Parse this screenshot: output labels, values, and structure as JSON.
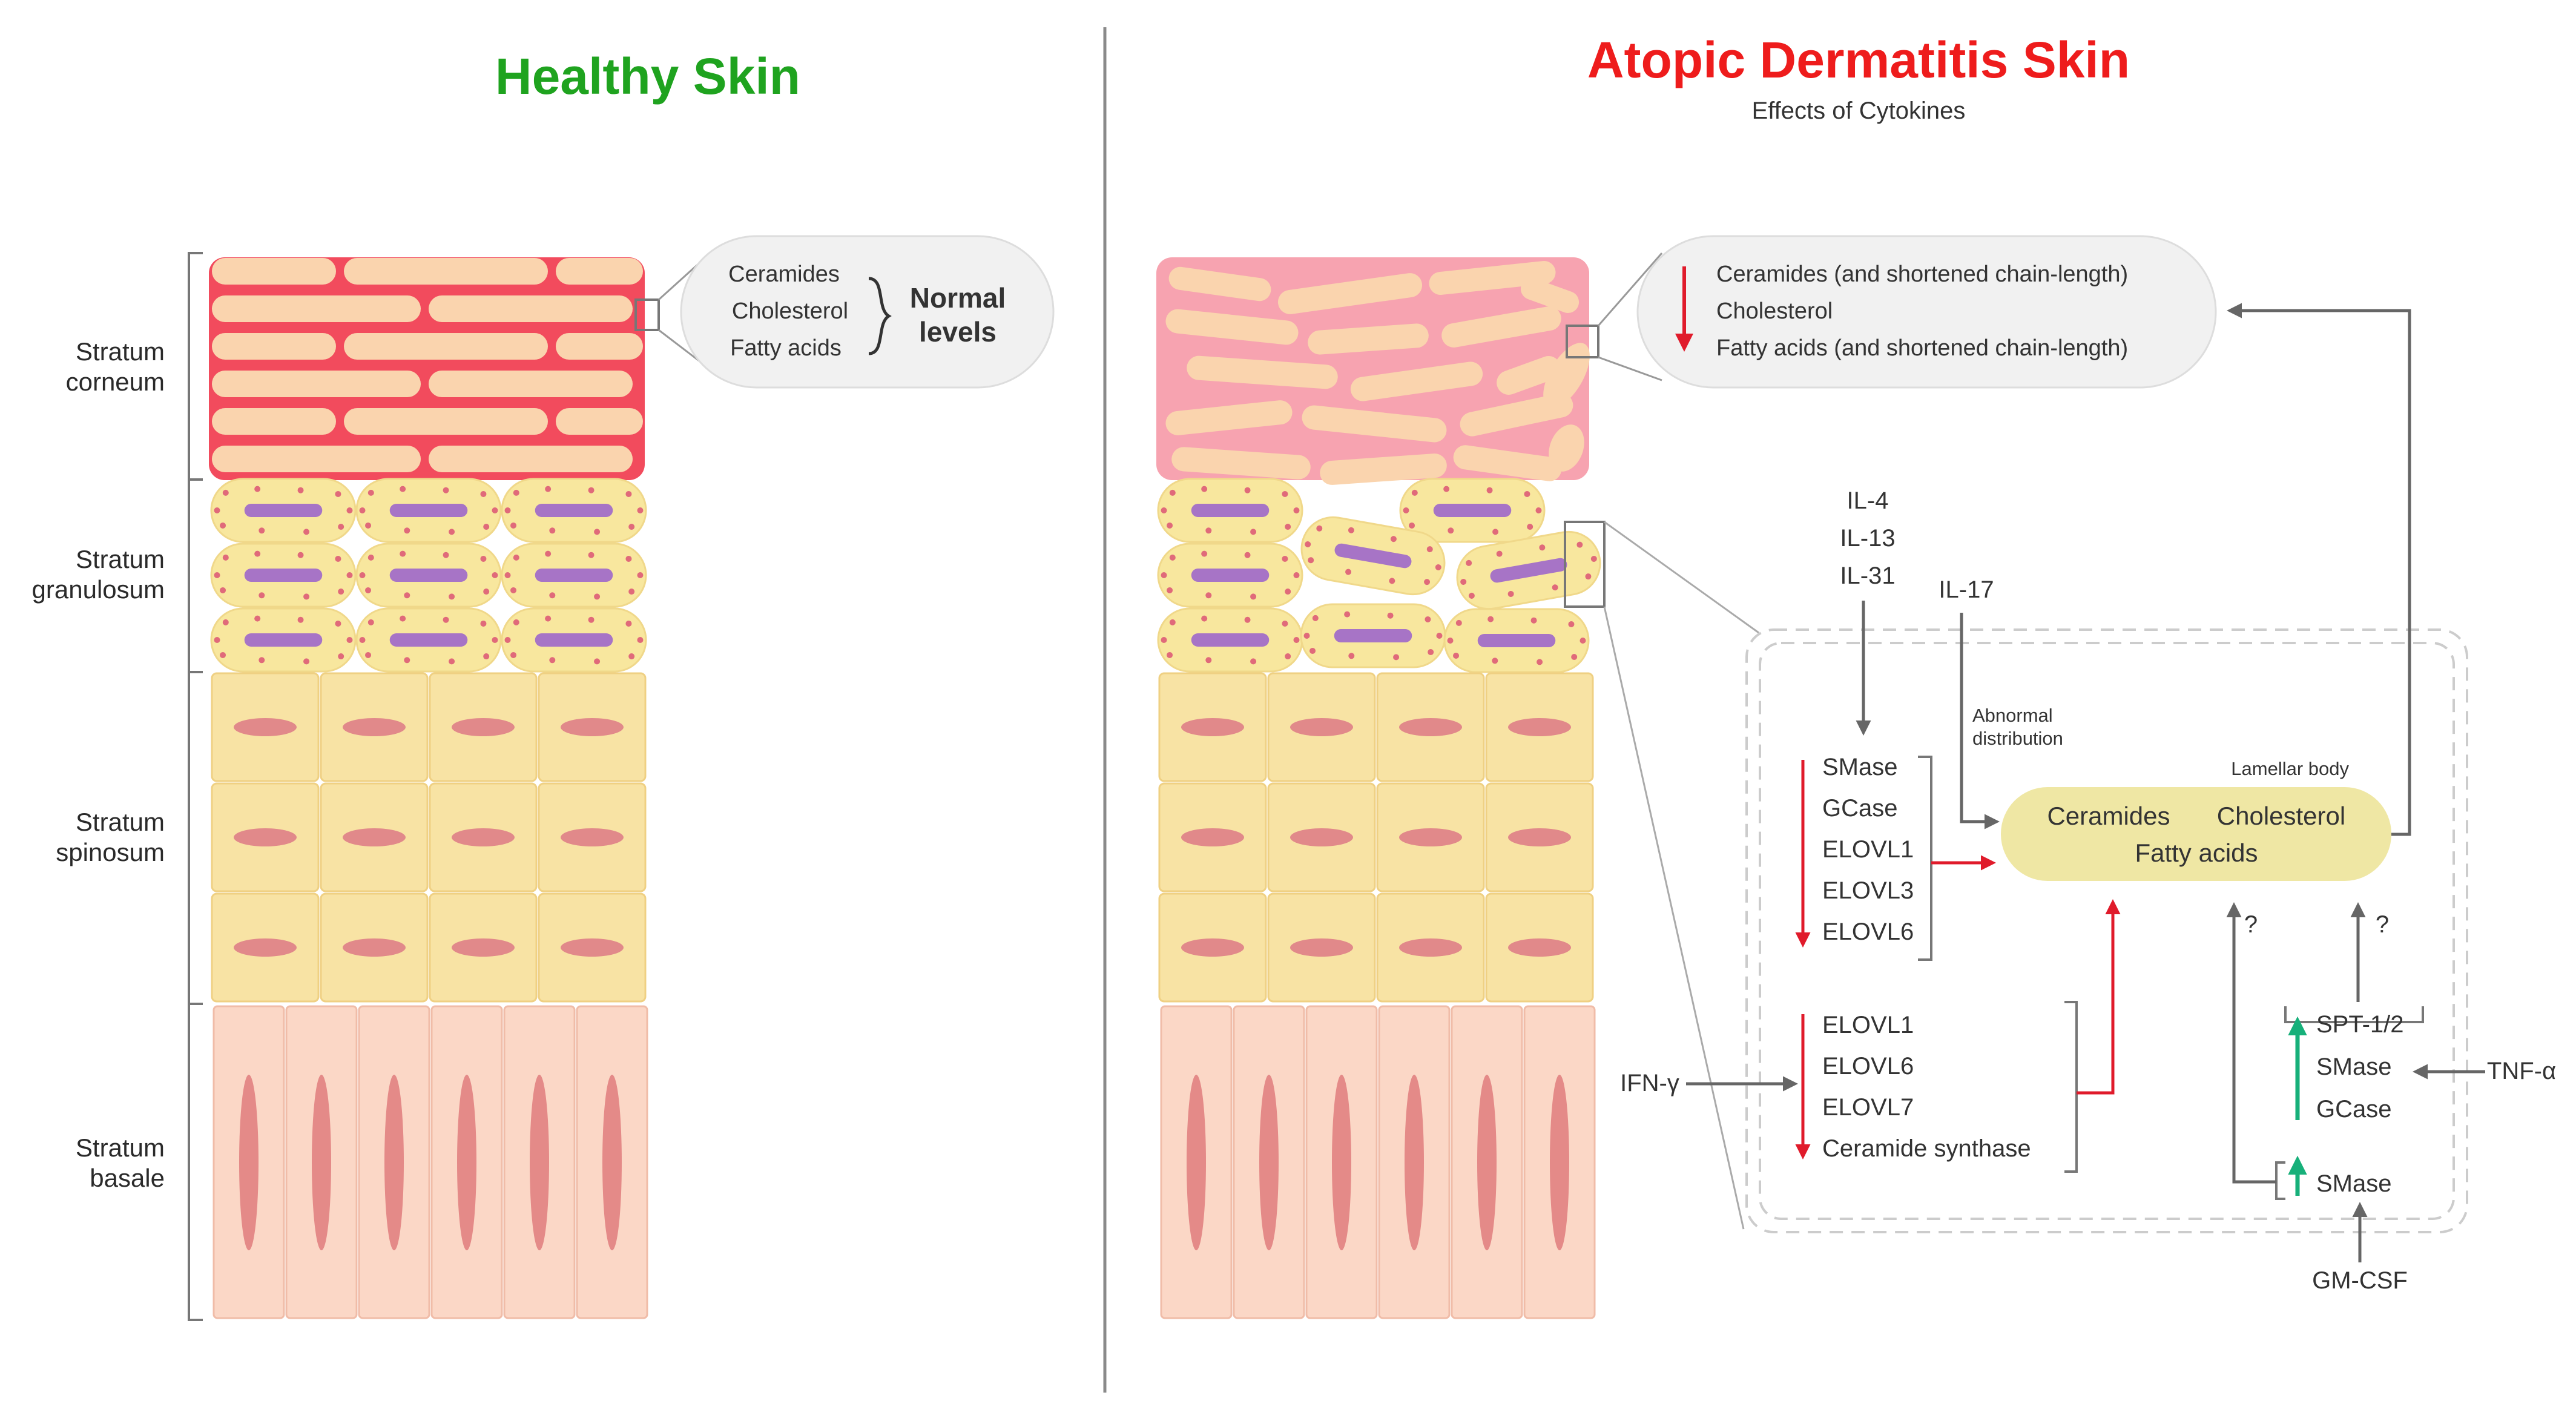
{
  "healthy": {
    "title": "Healthy Skin",
    "layers": {
      "corneum": "Stratum\ncorneum",
      "granulosum": "Stratum\ngranulosum",
      "spinosum": "Stratum\nspinosum",
      "basale": "Stratum\nbasale"
    },
    "callout": {
      "lipids": [
        "Ceramides",
        "Cholesterol",
        "Fatty acids"
      ],
      "status": "Normal\nlevels"
    }
  },
  "ad": {
    "title": "Atopic Dermatitis Skin",
    "subtitle": "Effects of Cytokines",
    "callout": [
      "Ceramides (and shortened chain-length)",
      "Cholesterol",
      "Fatty acids (and shortened chain-length)"
    ],
    "cytokines_top": [
      "IL-4",
      "IL-13",
      "IL-31"
    ],
    "il17": "IL-17",
    "abnormal": "Abnormal\ndistribution",
    "lamellar_label": "Lamellar body",
    "lamellar_lipids": {
      "ceramides": "Ceramides",
      "cholesterol": "Cholesterol",
      "fatty": "Fatty acids"
    },
    "enzymes_group1": [
      "SMase",
      "GCase",
      "ELOVL1",
      "ELOVL3",
      "ELOVL6"
    ],
    "enzymes_group2": [
      "ELOVL1",
      "ELOVL6",
      "ELOVL7",
      "Ceramide synthase"
    ],
    "ifn": "IFN-γ",
    "tnf": "TNF-α",
    "gmcsf": "GM-CSF",
    "tnf_targets": [
      "SPT-1/2",
      "SMase",
      "GCase"
    ],
    "gm_target": "SMase",
    "question": "?"
  },
  "colors": {
    "healthy_title": "#1fa31f",
    "ad_title": "#ee1c1c",
    "down_arrow": "#e01b2b",
    "up_arrow": "#17b07a",
    "connector": "#666666",
    "lamellar_fill": "#efe7a4"
  }
}
